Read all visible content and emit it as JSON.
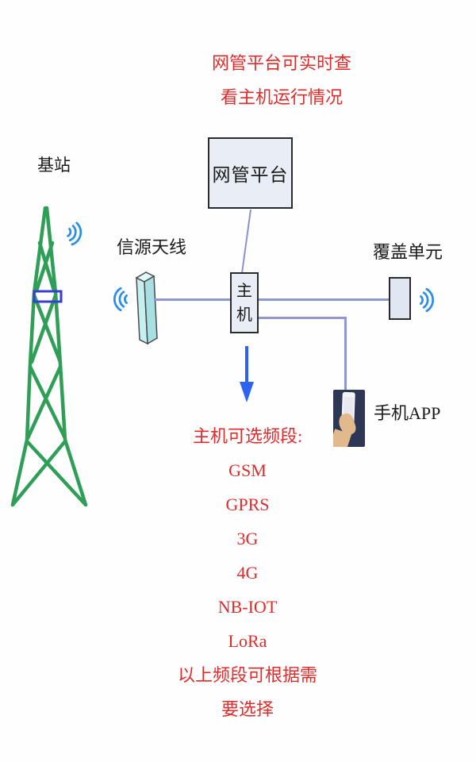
{
  "note_top": {
    "line1": "网管平台可实时查",
    "line2": "看主机运行情况"
  },
  "labels": {
    "base_station": "基站",
    "source_antenna": "信源天线",
    "coverage_unit": "覆盖单元",
    "phone_app": "手机APP"
  },
  "nodes": {
    "nms_platform": "网管平台",
    "host_char1": "主",
    "host_char2": "机"
  },
  "bands": {
    "title": "主机可选频段:",
    "items": [
      "GSM",
      "GPRS",
      "3G",
      "4G",
      "NB-IOT",
      "LoRa"
    ],
    "footer_line1": "以上频段可根据需",
    "footer_line2": "要选择"
  },
  "icons": {
    "tower": "base-station-tower-icon",
    "waves": "signal-waves-icon",
    "antenna": "antenna-panel-icon",
    "phone": "phone-in-hand-icon",
    "arrow": "down-arrow-icon",
    "marker": "tower-mount-marker"
  },
  "colors": {
    "note_red": "#e02b2b",
    "tower_green": "#2f9e56",
    "wave_blue": "#2d8ee3",
    "connector_blue": "#8f96d0",
    "arrow_blue": "#2e63f2",
    "box_fill": "#e9edf6",
    "box_border": "#2b2b2b",
    "tower_marker_blue": "#3a3ecf",
    "antenna_cyan": "#c5eff0",
    "phone_bg_navy": "#2c3753",
    "hand_tan": "#e2b98c"
  }
}
